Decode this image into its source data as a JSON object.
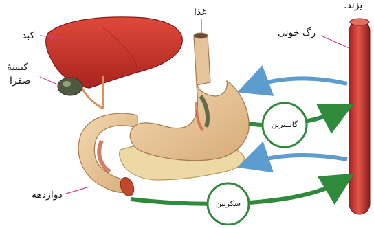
{
  "labels": {
    "top_partial": "یزند.",
    "food": "غذا",
    "blood_vessel": "رگ خونی",
    "liver": "کبد",
    "gallbladder_line1": "کیسهٔ",
    "gallbladder_line2": "صفرا",
    "duodenum": "دوازدهه",
    "gastrin": "گاسترین",
    "secretin": "سکرتین"
  },
  "colors": {
    "liver": "#c8372b",
    "blood_vessel": "#c9312a",
    "stomach": "#e8c79a",
    "pancreas": "#ecd9a6",
    "hormone_green": "#2f8a3c",
    "arrow_blue": "#5d9ccf",
    "leader_line": "#d9368f",
    "gallbladder": "#4e5a3e"
  }
}
